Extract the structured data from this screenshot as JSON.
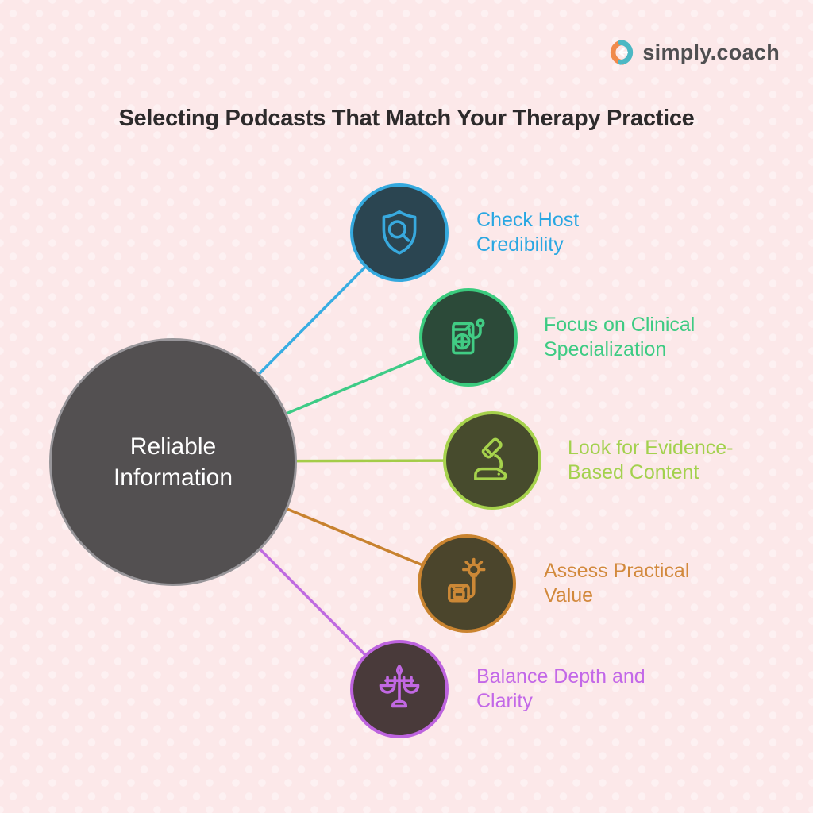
{
  "title": "Selecting Podcasts That Match Your Therapy Practice",
  "logo": {
    "text": "simply.coach",
    "icon_orange": "#f08a4c",
    "icon_teal": "#4cb8c4"
  },
  "background_color": "#fce8e9",
  "center_node": {
    "line1": "Reliable",
    "line2": "Information",
    "fill": "#535051",
    "border": "#98969a",
    "text_color": "#ffffff"
  },
  "nodes": [
    {
      "line1": "Check Host",
      "line2": "Credibility",
      "icon": "shield-magnifier-icon",
      "accent": "#29a7e2",
      "circle_fill": "#2b4551",
      "circle_border": "#35a9de"
    },
    {
      "line1": "Focus on Clinical",
      "line2": "Specialization",
      "icon": "medical-book-stethoscope-icon",
      "accent": "#3ecb83",
      "circle_fill": "#2c4a39",
      "circle_border": "#3bcb7e"
    },
    {
      "line1": "Look for Evidence-",
      "line2": "Based Content",
      "icon": "microscope-icon",
      "accent": "#a3d14e",
      "circle_fill": "#474b2d",
      "circle_border": "#a6d24c"
    },
    {
      "line1": "Assess Practical",
      "line2": "Value",
      "icon": "toolbox-lightbulb-icon",
      "accent": "#d2893c",
      "circle_fill": "#4b452c",
      "circle_border": "#ca8430"
    },
    {
      "line1": "Balance Depth and",
      "line2": "Clarity",
      "icon": "balance-scale-icon",
      "accent": "#c368e8",
      "circle_fill": "#493a3a",
      "circle_border": "#bd63de"
    }
  ]
}
